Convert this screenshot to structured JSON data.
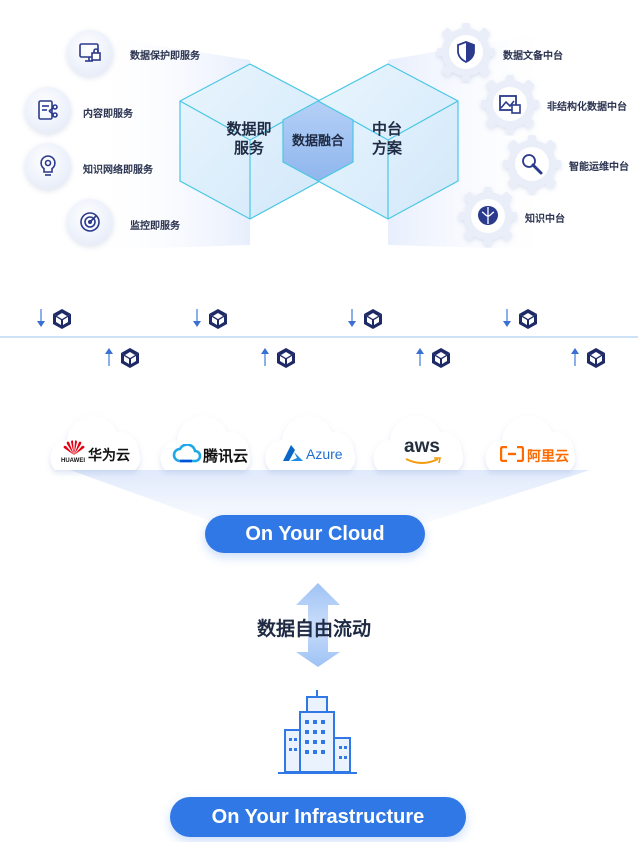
{
  "left_services": [
    {
      "label": "数据保护即服务",
      "icon": "monitor-lock-icon"
    },
    {
      "label": "内容即服务",
      "icon": "document-share-icon"
    },
    {
      "label": "知识网络即服务",
      "icon": "lightbulb-gear-icon"
    },
    {
      "label": "监控即服务",
      "icon": "radar-monitor-icon"
    }
  ],
  "center": {
    "left_label_line1": "数据即",
    "left_label_line2": "服务",
    "middle_label": "数据融合",
    "right_label_line1": "中台",
    "right_label_line2": "方案"
  },
  "right_platforms": [
    {
      "label": "数据文备中台",
      "icon": "shield-gear-icon"
    },
    {
      "label": "非结构化数据中台",
      "icon": "image-file-gear-icon"
    },
    {
      "label": "智能运维中台",
      "icon": "wrench-gear-icon"
    },
    {
      "label": "知识中台",
      "icon": "brain-gear-icon"
    }
  ],
  "clouds": [
    {
      "name": "华为云",
      "sub": "HUAWEI",
      "icon": "huawei-logo-icon",
      "color": "#111111",
      "accent": "#e60012"
    },
    {
      "name": "腾讯云",
      "icon": "tencent-cloud-logo-icon",
      "color": "#111111",
      "accent": "#1fa7e8"
    },
    {
      "name": "Azure",
      "icon": "azure-logo-icon",
      "color": "#1f6fd1",
      "accent": "#0a67c8"
    },
    {
      "name": "aws",
      "icon": "aws-logo-icon",
      "color": "#232f3e",
      "accent": "#f39c12"
    },
    {
      "name": "阿里云",
      "icon": "aliyun-logo-icon",
      "color": "#ff6a00",
      "accent": "#ff6a00"
    }
  ],
  "on_your_cloud": "On Your Cloud",
  "data_flow": "数据自由流动",
  "on_your_infrastructure": "On Your Infrastructure",
  "colors": {
    "primary": "#2f78e6",
    "hex_line": "#49c7e6",
    "navy": "#1d2a66"
  }
}
